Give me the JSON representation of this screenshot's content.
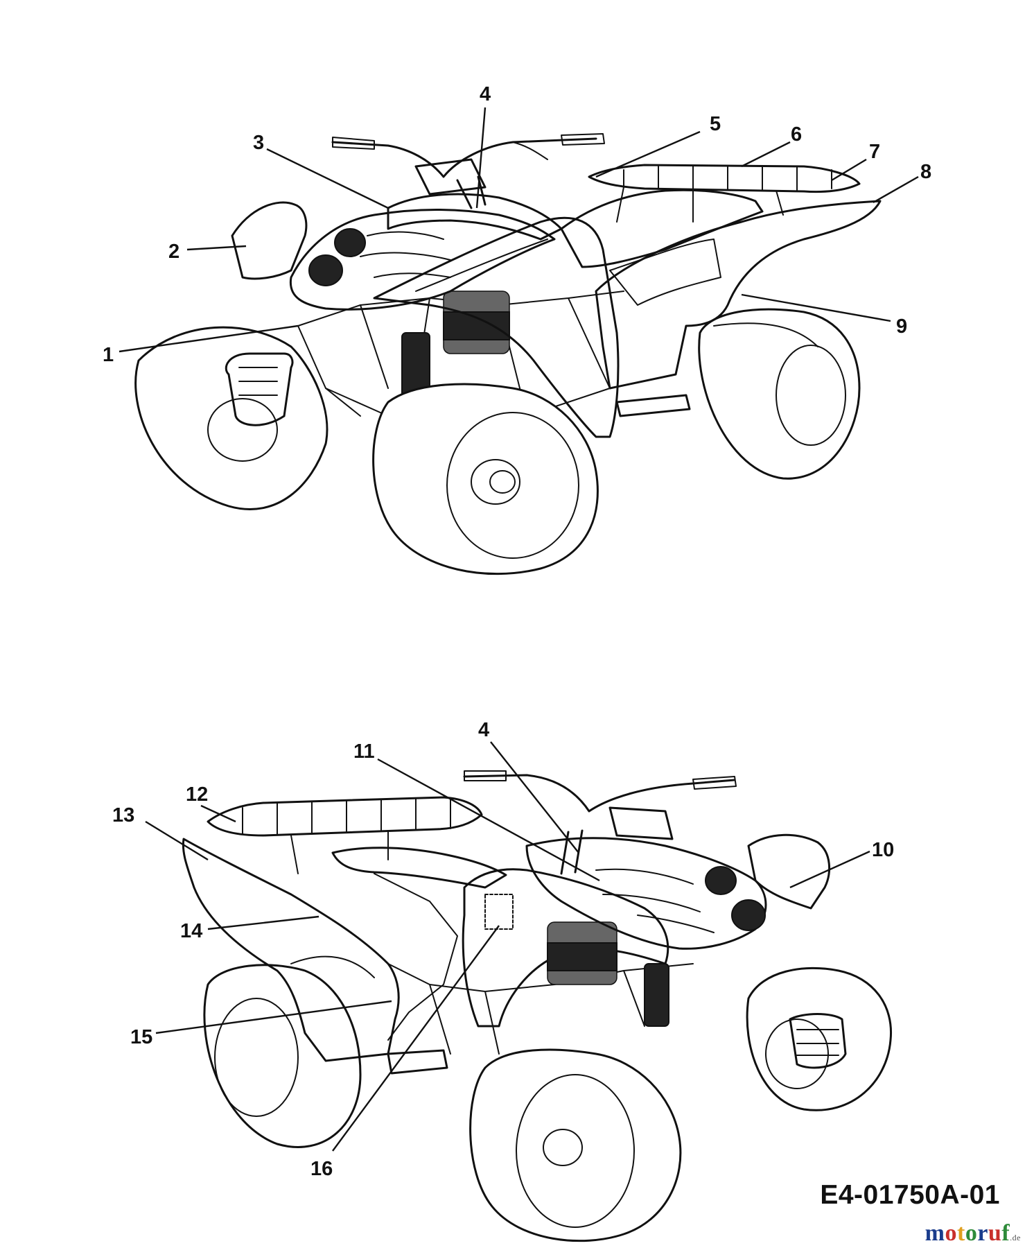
{
  "callouts_top": [
    "1",
    "2",
    "3",
    "4",
    "5",
    "6",
    "7",
    "8",
    "9"
  ],
  "callouts_bottom": [
    "4",
    "10",
    "11",
    "12",
    "13",
    "14",
    "15",
    "16"
  ],
  "drawing_code": "E4-01750A-01",
  "watermark": {
    "letters": [
      "m",
      "o",
      "t",
      "o",
      "r",
      "u",
      "f"
    ],
    "suffix": ".de",
    "colors": [
      "#1a3c8c",
      "#c9302c",
      "#e0a020",
      "#2e8b3a",
      "#1a3c8c",
      "#c9302c",
      "#2e8b3a"
    ]
  },
  "palette": {
    "ink": "#111111",
    "paper": "#ffffff"
  }
}
